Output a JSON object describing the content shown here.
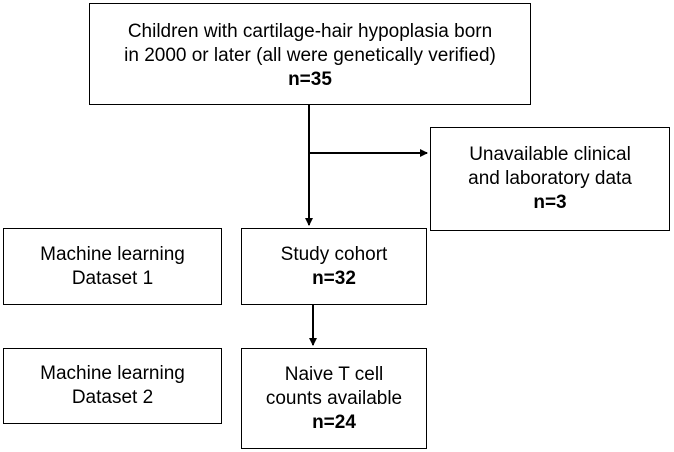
{
  "boxes": {
    "top": {
      "line1": "Children with cartilage-hair hypoplasia born",
      "line2": "in 2000 or later (all were genetically verified)",
      "count": "n=35"
    },
    "unavailable": {
      "line1": "Unavailable clinical",
      "line2": "and laboratory data",
      "count": "n=3"
    },
    "ml_dataset_1": {
      "line1": "Machine learning",
      "line2": "Dataset 1"
    },
    "study_cohort": {
      "line1": "Study cohort",
      "count": "n=32"
    },
    "ml_dataset_2": {
      "line1": "Machine learning",
      "line2": "Dataset 2"
    },
    "naive_t_cell": {
      "line1": "Naive T cell",
      "line2": "counts available",
      "count": "n=24"
    }
  },
  "colors": {
    "line": "#000000",
    "background": "#ffffff"
  }
}
